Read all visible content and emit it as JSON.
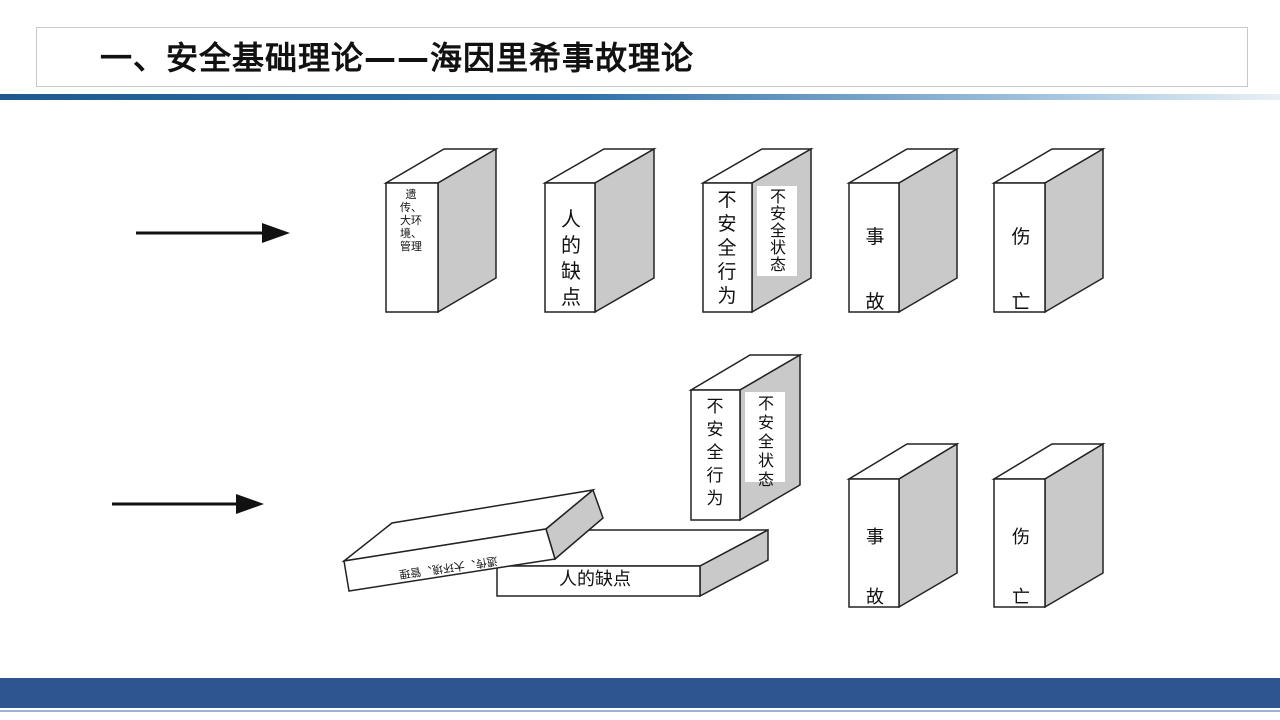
{
  "slide": {
    "title": "一、安全基础理论——海因里希事故理论"
  },
  "diagram": {
    "standing_row": {
      "blocks": [
        {
          "label": "遗传、大环境、管理"
        },
        {
          "label": "人的缺点"
        },
        {
          "label": "不安全行为",
          "side_label": "不安全状态"
        },
        {
          "label": "事故"
        },
        {
          "label": "伤亡"
        }
      ]
    },
    "falling_row": {
      "blocks": [
        {
          "label": "遗传、大环境、管理"
        },
        {
          "label": "人的缺点"
        },
        {
          "label": "不安全行为",
          "side_label": "不安全状态"
        },
        {
          "label": "事故"
        },
        {
          "label": "伤亡"
        }
      ]
    }
  }
}
